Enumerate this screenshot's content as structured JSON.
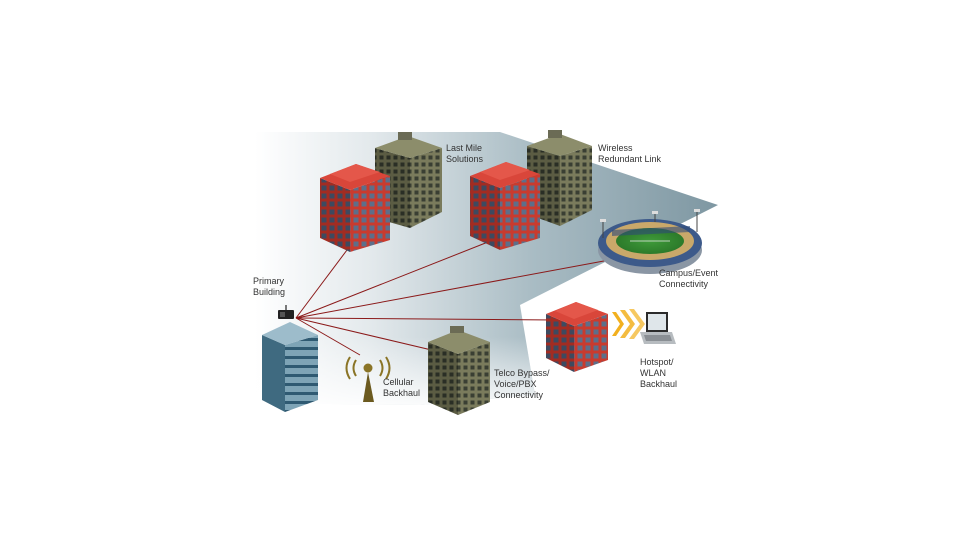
{
  "labels": {
    "primary_building": [
      "Primary",
      "Building"
    ],
    "last_mile": [
      "Last Mile",
      "Solutions"
    ],
    "wireless_redundant": [
      "Wireless",
      "Redundant Link"
    ],
    "campus_event": [
      "Campus/Event",
      "Connectivity"
    ],
    "hotspot_wlan": [
      "Hotspot/",
      "WLAN",
      "Backhaul"
    ],
    "cellular_backhaul": [
      "Cellular",
      "Backhaul"
    ],
    "telco_bypass": [
      "Telco Bypass/",
      "Voice/PBX",
      "Connectivity"
    ]
  },
  "colors": {
    "link_line": "#8b1a1a",
    "ground_light": "#e9eef1",
    "ground_dark": "#7f98a3",
    "red_building": "#c93b2e",
    "olive_building": "#6f7051",
    "primary_building": "#6e93a6",
    "signal_yellow": "#f2b01e"
  },
  "icons": [
    "cell-tower-icon",
    "laptop-icon",
    "wireless-signal-icon",
    "stadium-icon"
  ]
}
